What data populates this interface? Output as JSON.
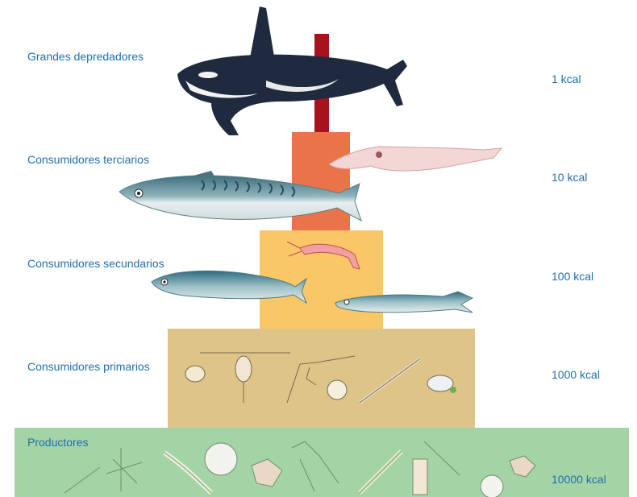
{
  "levels": [
    {
      "name": "Grandes depredadores",
      "energy": "1 kcal",
      "color": "#a5141c"
    },
    {
      "name": "Consumidores terciarios",
      "energy": "10 kcal",
      "color": "#ea744a"
    },
    {
      "name": "Consumidores secundarios",
      "energy": "100 kcal",
      "color": "#f9c767"
    },
    {
      "name": "Consumidores primarios",
      "energy": "1000 kcal",
      "color": "#dec488"
    },
    {
      "name": "Productores",
      "energy": "10000 kcal",
      "color": "#a4d3a6"
    }
  ],
  "label_color": "#1f6fb0",
  "organisms": {
    "top_predator": "orca",
    "tertiary": [
      "mackerel",
      "squid"
    ],
    "secondary": [
      "sardine",
      "anchovy",
      "krill-shrimp"
    ],
    "primary": [
      "zooplankton-copepod",
      "zooplankton-larvae"
    ],
    "producers": [
      "phytoplankton-diatoms",
      "dinoflagellates"
    ]
  }
}
